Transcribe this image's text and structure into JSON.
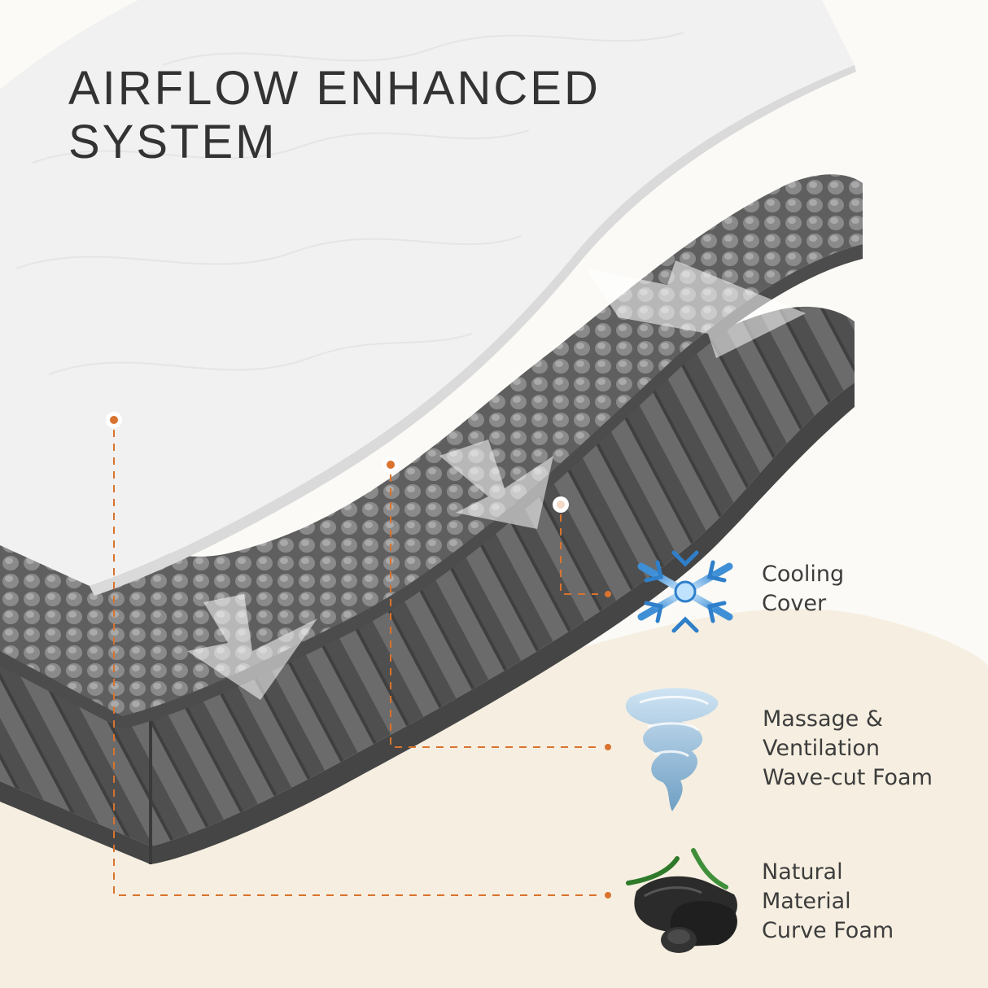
{
  "headline": {
    "line1": "AIRFLOW ENHANCED",
    "line2": "SYSTEM"
  },
  "colors": {
    "background": "#fbfaf6",
    "cream": "#f6efe1",
    "accent": "#d9732e",
    "text": "#333333",
    "cover": "#f0f0f0",
    "foam": "#6e6e6e",
    "base_foam": "#5a5a5a"
  },
  "layers": [
    {
      "id": "cooling-cover",
      "icon": "snowflake-icon",
      "lines": [
        "Cooling",
        "Cover"
      ]
    },
    {
      "id": "wave-cut-foam",
      "icon": "tornado-icon",
      "lines": [
        "Massage &",
        "Ventilation",
        "Wave-cut Foam"
      ]
    },
    {
      "id": "curve-foam",
      "icon": "charcoal-icon",
      "lines": [
        "Natural",
        "Material",
        "Curve Foam"
      ]
    }
  ]
}
